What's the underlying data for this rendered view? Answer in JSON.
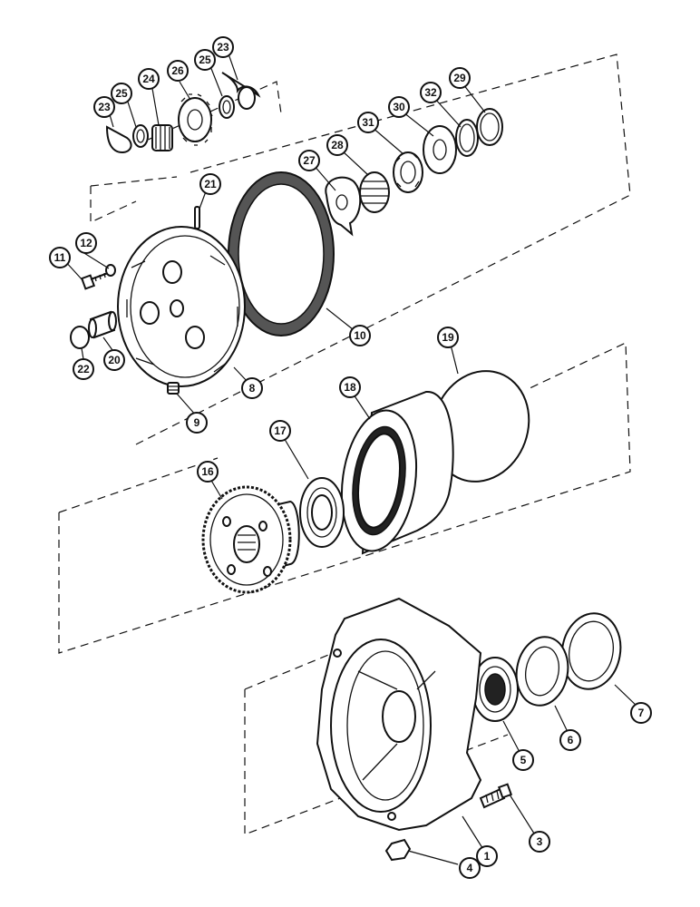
{
  "diagram": {
    "type": "exploded parts diagram",
    "callouts": [
      "1",
      "3",
      "4",
      "5",
      "6",
      "7",
      "8",
      "9",
      "10",
      "11",
      "12",
      "16",
      "17",
      "18",
      "19",
      "20",
      "21",
      "22",
      "23",
      "23",
      "24",
      "25",
      "25",
      "26",
      "27",
      "28",
      "29",
      "30",
      "31",
      "32"
    ]
  }
}
